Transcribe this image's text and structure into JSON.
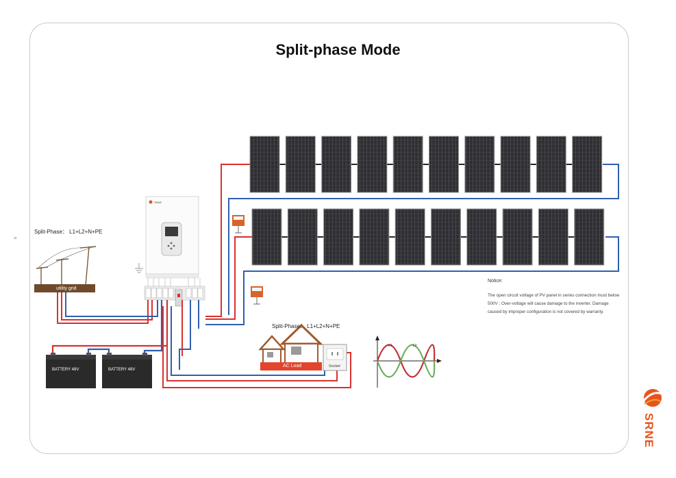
{
  "title": "Split-phase Mode",
  "grid_label": "Split-Phase： L1+L2+N+PE",
  "load_label": "Split-Phase： L1+L2+N+PE",
  "utility_grid": "utility grid",
  "battery_labels": [
    "BATTERY 48V",
    "BATTERY 48V"
  ],
  "ac_load": "AC Load",
  "socket": "Socket",
  "inverter_brand": "SRNE",
  "brand": "SRNE",
  "notice": {
    "heading": "Notice:",
    "body": "The open circuit voltage of PV panel in series connection must below 500V ; Over-voltage will cause damage to the inverter. Damage caused by improper configuration is not covered by warranty."
  },
  "waveform_labels": [
    "L1",
    "L2"
  ],
  "side_mark": "=",
  "colors": {
    "positive_wire": "#d9302c",
    "negative_wire": "#2e5fae",
    "panel": "#2f2f33",
    "brand": "#e8541c",
    "house": "#a05a2c",
    "ac_load_bar": "#e2452c",
    "wave_l1": "#c0303a",
    "wave_l2": "#6fae5a"
  },
  "pv_rows": [
    10,
    10
  ]
}
